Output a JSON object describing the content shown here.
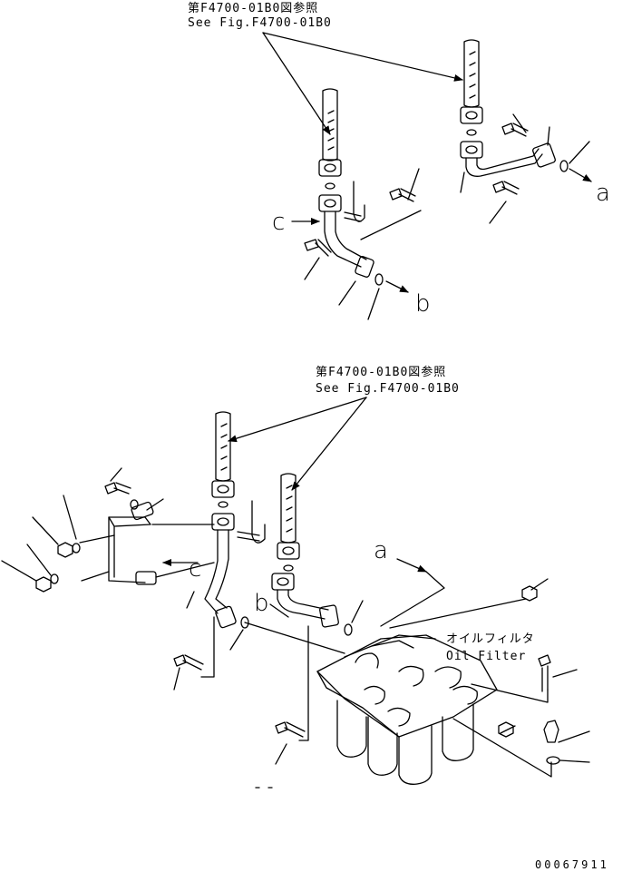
{
  "references": {
    "top_jp": "第F4700-01B0図参照",
    "top_en": "See Fig.F4700-01B0",
    "mid_jp": "第F4700-01B0図参照",
    "mid_en": "See Fig.F4700-01B0"
  },
  "callouts": {
    "a_top": "a",
    "b_top": "b",
    "c_top": "c",
    "a_mid": "a",
    "b_mid": "b",
    "c_mid": "c"
  },
  "oil_filter": {
    "label_jp": "オイルフィルタ",
    "label_en": "Oil Filter"
  },
  "drawing_number": "00067911"
}
